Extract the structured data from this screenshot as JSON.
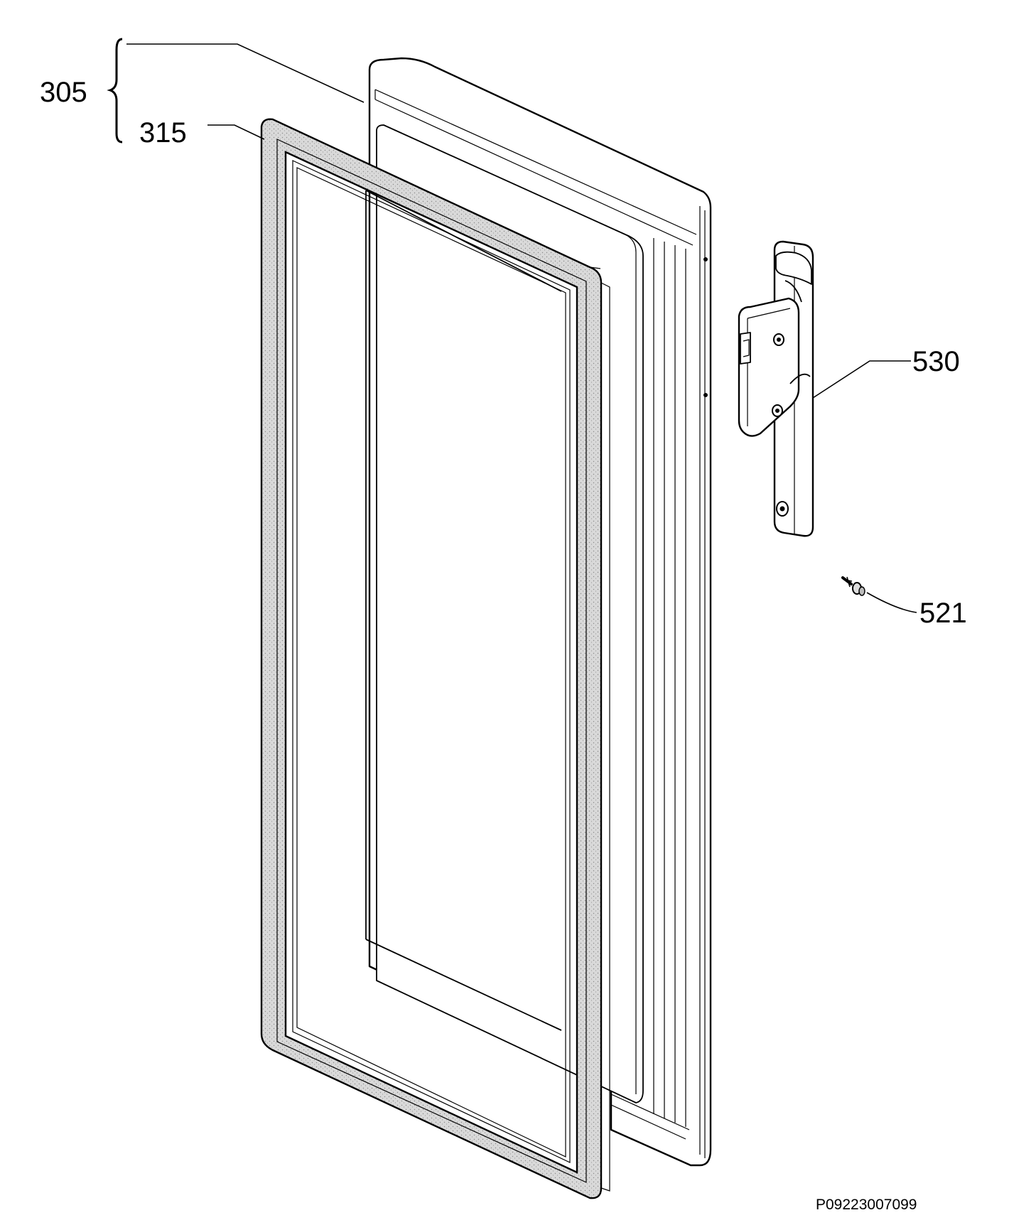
{
  "callouts": {
    "door_assembly": "305",
    "gasket": "315",
    "handle": "530",
    "screw": "521"
  },
  "document_id": "P09223007099"
}
